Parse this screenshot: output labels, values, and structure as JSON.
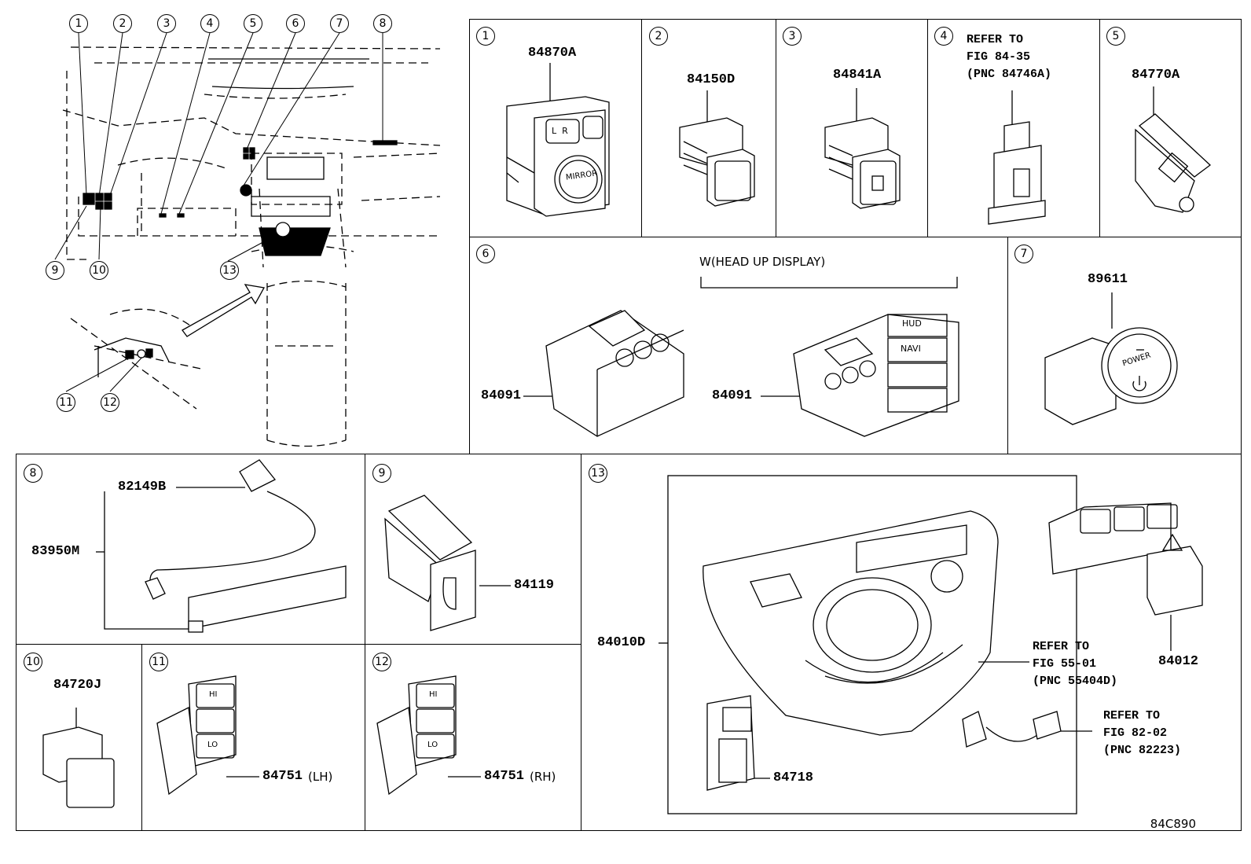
{
  "index_callouts": [
    "1",
    "2",
    "3",
    "4",
    "5",
    "6",
    "7",
    "8",
    "9",
    "10",
    "11",
    "12",
    "13"
  ],
  "panels": {
    "p1": {
      "callout": "1",
      "part": "84870A"
    },
    "p2": {
      "callout": "2",
      "part": "84150D"
    },
    "p3": {
      "callout": "3",
      "part": "84841A"
    },
    "p4": {
      "callout": "4",
      "note": "REFER TO\nFIG 84-35\n(PNC 84746A)"
    },
    "p5": {
      "callout": "5",
      "part": "84770A"
    },
    "p6": {
      "callout": "6",
      "variant_label": "W(HEAD UP DISPLAY)",
      "part_left": "84091",
      "part_right": "84091"
    },
    "p7": {
      "callout": "7",
      "part": "89611"
    },
    "p8": {
      "callout": "8",
      "part_top": "82149B",
      "part_main": "83950M"
    },
    "p9": {
      "callout": "9",
      "part": "84119"
    },
    "p10": {
      "callout": "10",
      "part": "84720J"
    },
    "p11": {
      "callout": "11",
      "part": "84751",
      "side": "(LH)"
    },
    "p12": {
      "callout": "12",
      "part": "84751",
      "side": "(RH)"
    },
    "p13": {
      "callout": "13",
      "part_main": "84010D",
      "part_switch": "84012",
      "part_small": "84718",
      "note_a": "REFER TO\nFIG 55-01\n(PNC 55404D)",
      "note_b": "REFER TO\nFIG 82-02\n(PNC 82223)"
    }
  },
  "switch_text": {
    "mirror": "MIRROR",
    "lr": "L  R",
    "hud": "HUD",
    "navi": "NAVI",
    "power": "POWER",
    "hi": "HI",
    "lo": "LO"
  },
  "figure_code": "84C890"
}
